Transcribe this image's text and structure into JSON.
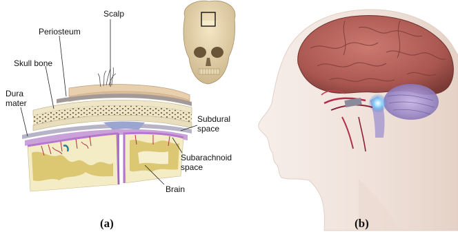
{
  "panel_a": {
    "labels": {
      "scalp": "Scalp",
      "periosteum": "Periosteum",
      "skull_bone": "Skull bone",
      "dura_line1": "Dura",
      "dura_line2": "mater",
      "subdural_line1": "Subdural",
      "subdural_line2": "space",
      "subarachnoid_line1": "Subarachnoid",
      "subarachnoid_line2": "space",
      "brain": "Brain"
    },
    "caption": "(a)"
  },
  "panel_b": {
    "caption": "(b)"
  },
  "colors": {
    "scalp": "#e8cfae",
    "bone": "#efe6c8",
    "dura": "#b8b4c8",
    "arachnoid": "#c8a2d8",
    "pia": "#b676cf",
    "brain_tissue": "#f3ecc4",
    "gray_matter": "#d9c36a",
    "vessel": "#b0304a",
    "brain_pink": "#b86060",
    "head_skin": "#f2e6df"
  }
}
